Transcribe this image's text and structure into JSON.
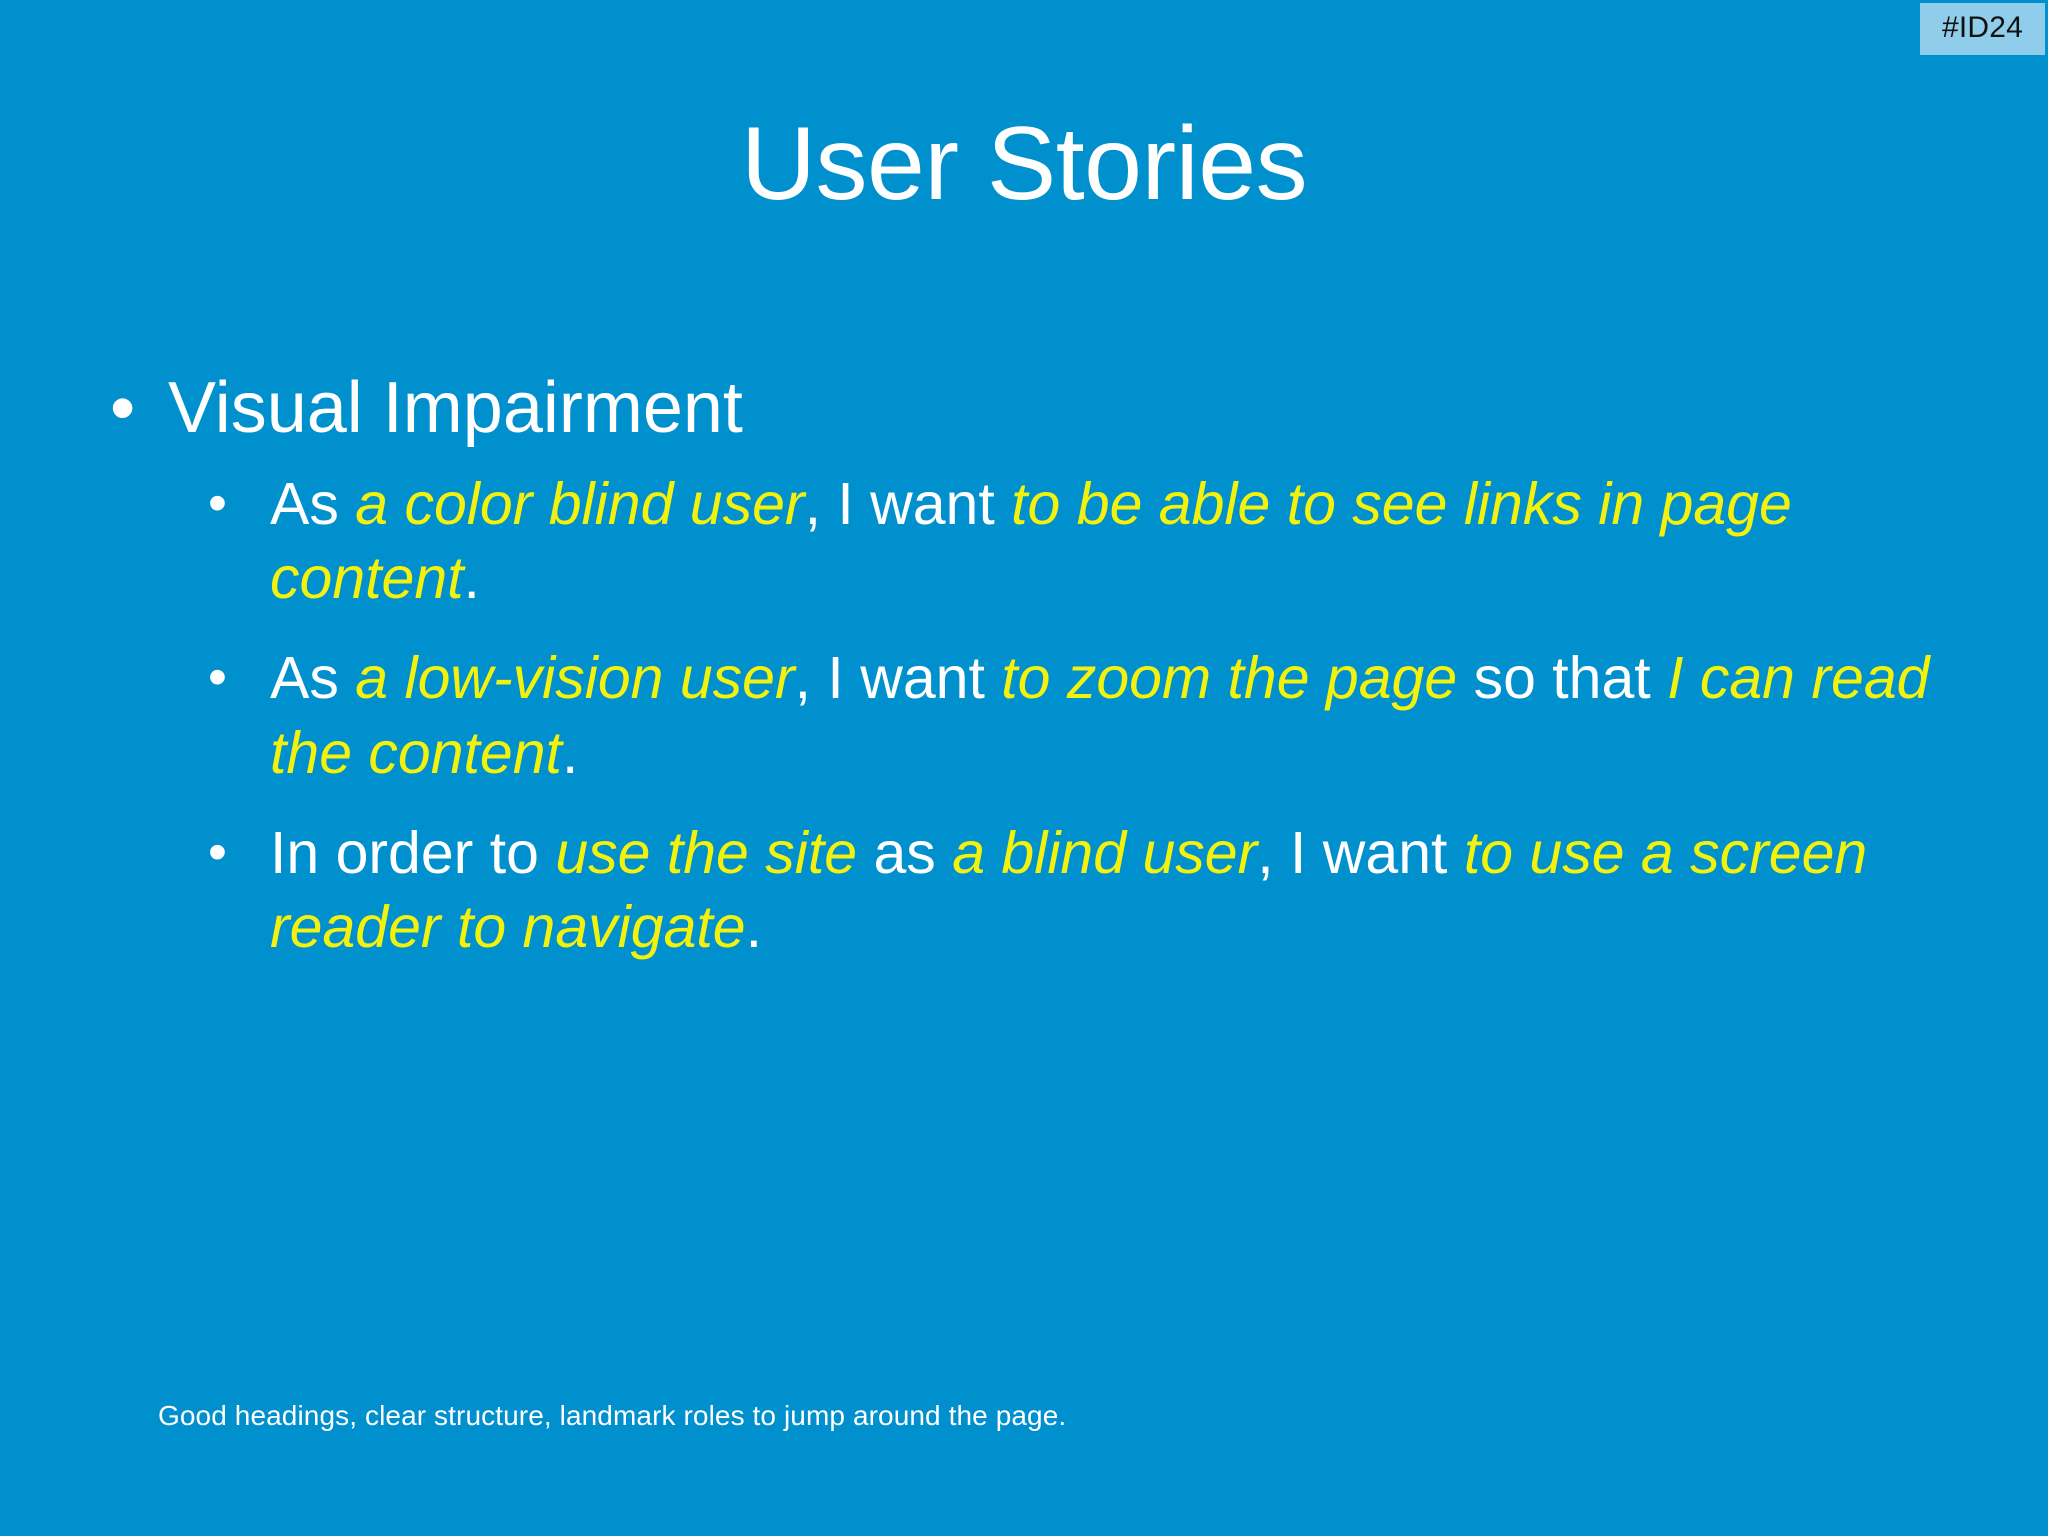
{
  "slide": {
    "background_color": "#0090ce",
    "highlight_color": "#f2f20d",
    "text_color": "#ffffff",
    "badge": {
      "label": "#ID24",
      "background_color": "#8fcdea",
      "text_color": "#111111"
    },
    "title": "User Stories",
    "bullets": [
      {
        "level": 1,
        "text": "Visual Impairment",
        "children": [
          {
            "level": 2,
            "runs": [
              {
                "text": "As ",
                "style": "plain"
              },
              {
                "text": "a color blind user",
                "style": "highlight"
              },
              {
                "text": ", I want ",
                "style": "plain"
              },
              {
                "text": "to be able to see links in page content",
                "style": "highlight"
              },
              {
                "text": ".",
                "style": "plain"
              }
            ]
          },
          {
            "level": 2,
            "runs": [
              {
                "text": "As ",
                "style": "plain"
              },
              {
                "text": "a low-vision user",
                "style": "highlight"
              },
              {
                "text": ", I want ",
                "style": "plain"
              },
              {
                "text": "to zoom the page",
                "style": "highlight"
              },
              {
                "text": " so that ",
                "style": "plain"
              },
              {
                "text": "I can read the content",
                "style": "highlight"
              },
              {
                "text": ".",
                "style": "plain"
              }
            ]
          },
          {
            "level": 2,
            "runs": [
              {
                "text": "In order to ",
                "style": "plain"
              },
              {
                "text": "use the site",
                "style": "highlight"
              },
              {
                "text": " as ",
                "style": "plain"
              },
              {
                "text": "a blind user",
                "style": "highlight"
              },
              {
                "text": ", I want ",
                "style": "plain"
              },
              {
                "text": "to use a screen reader to navigate",
                "style": "highlight"
              },
              {
                "text": ".",
                "style": "plain"
              }
            ]
          }
        ]
      }
    ],
    "footer_note": "Good headings, clear structure, landmark roles to jump around the page.",
    "bullet_glyph": "•"
  }
}
